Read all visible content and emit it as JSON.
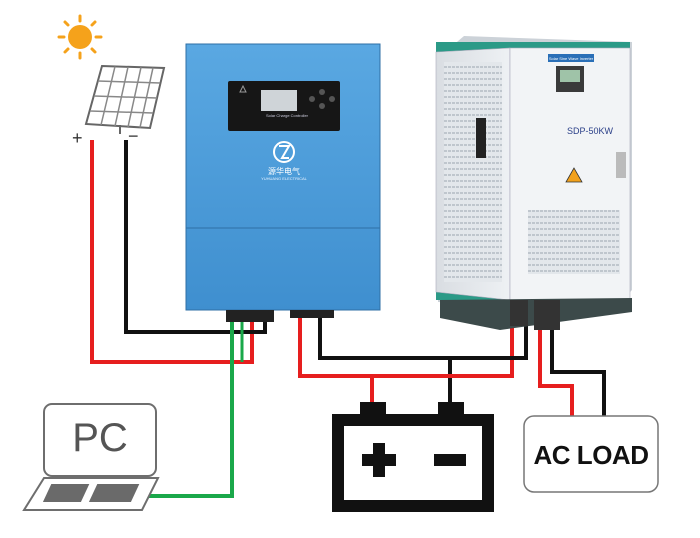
{
  "panel": {
    "plus_label": "+",
    "minus_label": "−"
  },
  "controller": {
    "name_plate": "Solar Charge Controller",
    "brand_cn": "源华电气",
    "brand_en": "YUHUANG ELECTRICAL"
  },
  "inverter": {
    "name_plate": "Solar Sine Wave Inverter",
    "model": "SDP-50KW"
  },
  "pc": {
    "label": "PC"
  },
  "ac_load": {
    "label": "AC LOAD"
  },
  "colors": {
    "positive_wire": "#e61e1e",
    "negative_wire": "#111111",
    "data_wire": "#1aa84a",
    "controller_body": "#4a9ad6",
    "inverter_trim": "#2b9a87",
    "sun": "#f5a21b"
  }
}
